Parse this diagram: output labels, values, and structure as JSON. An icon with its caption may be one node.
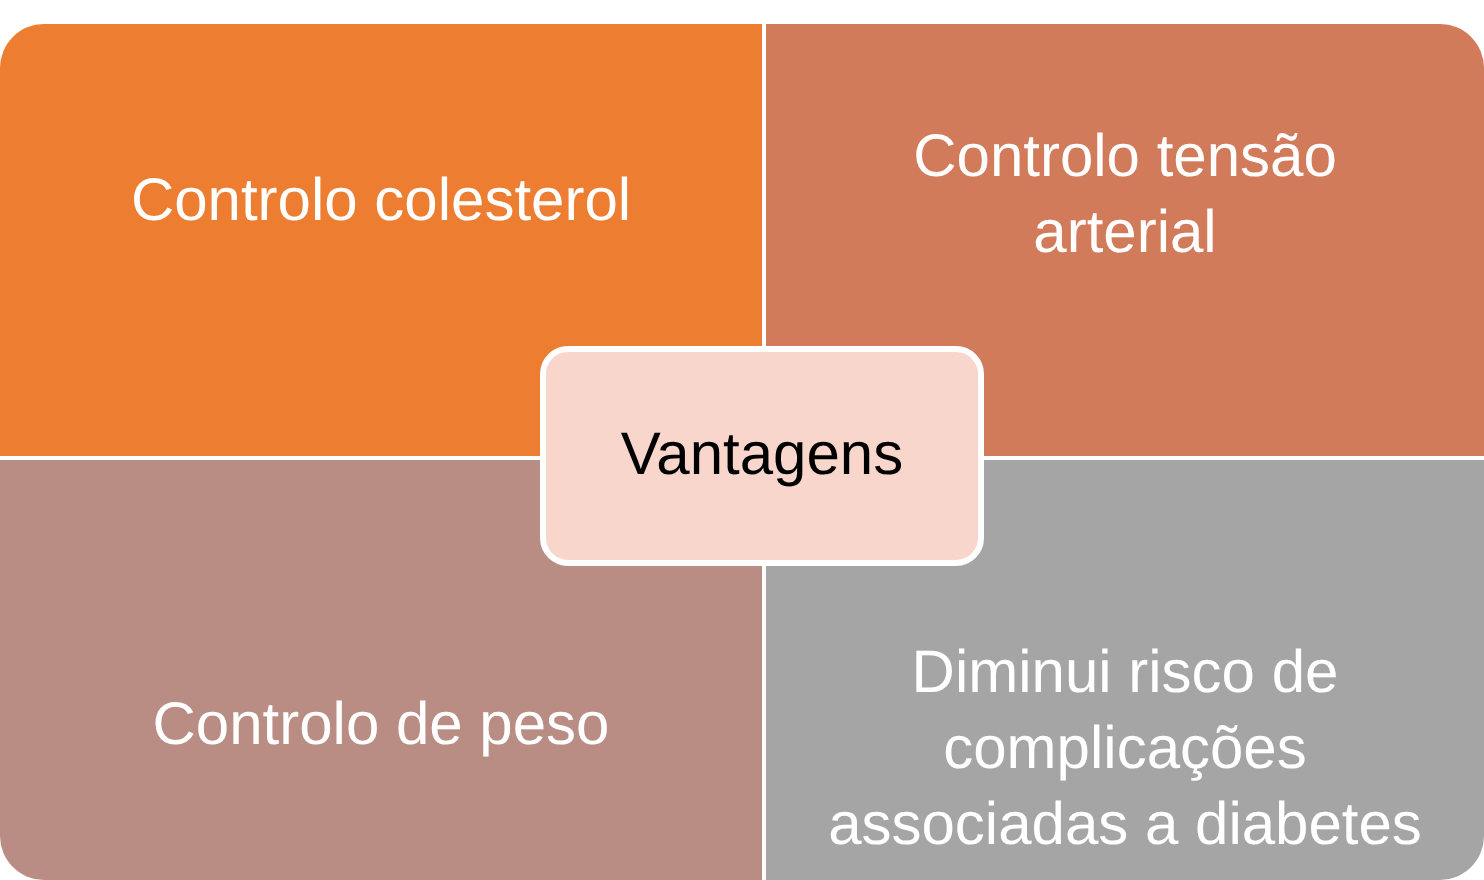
{
  "diagram": {
    "nodes": [
      {
        "text": [
          "Controlo colesterol"
        ]
      },
      {
        "text": [
          "Controlo tensão arterial"
        ]
      },
      {
        "text": [
          "Vantagens"
        ]
      },
      {
        "text": [
          "Controlo de peso"
        ]
      },
      {
        "text": [
          "Diminui risco de complicações associadas a diabetes"
        ]
      }
    ]
  }
}
